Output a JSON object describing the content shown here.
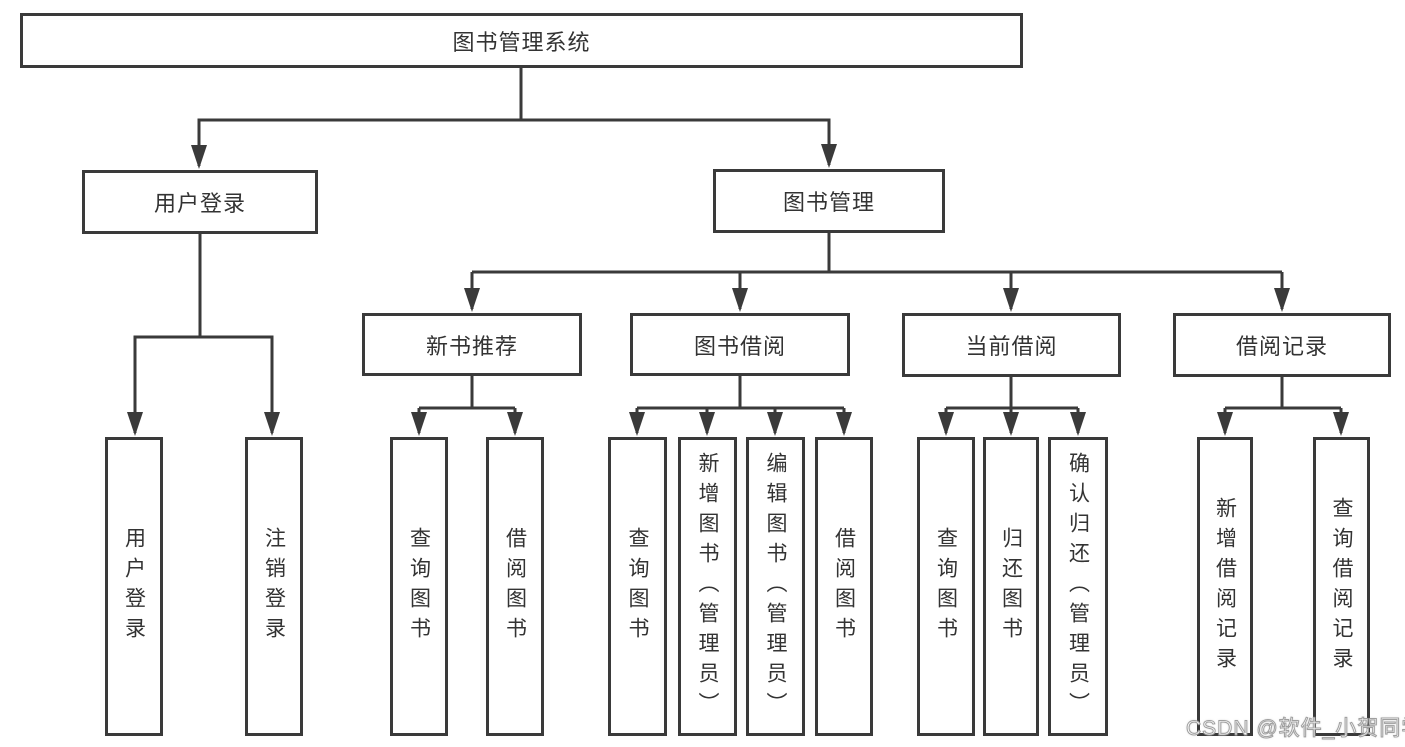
{
  "colors": {
    "background": "#ffffff",
    "line": "#3a3a3a",
    "text": "#333333",
    "watermark_fill": "#ffffff",
    "watermark_outline": "#9f9f9f"
  },
  "watermark": {
    "text": "CSDN @软件_小贺同学"
  },
  "tree": {
    "label": "图书管理系统",
    "children": [
      {
        "label": "用户登录",
        "children": [
          {
            "label": "用户登录"
          },
          {
            "label": "注销登录"
          }
        ]
      },
      {
        "label": "图书管理",
        "children": [
          {
            "label": "新书推荐",
            "children": [
              {
                "label": "查询图书"
              },
              {
                "label": "借阅图书"
              }
            ]
          },
          {
            "label": "图书借阅",
            "children": [
              {
                "label": "查询图书"
              },
              {
                "label": "新增图书（管理员）"
              },
              {
                "label": "编辑图书（管理员）"
              },
              {
                "label": "借阅图书"
              }
            ]
          },
          {
            "label": "当前借阅",
            "children": [
              {
                "label": "查询图书"
              },
              {
                "label": "归还图书"
              },
              {
                "label": "确认归还（管理员）"
              }
            ]
          },
          {
            "label": "借阅记录",
            "children": [
              {
                "label": "新增借阅记录"
              },
              {
                "label": "查询借阅记录"
              }
            ]
          }
        ]
      }
    ]
  }
}
